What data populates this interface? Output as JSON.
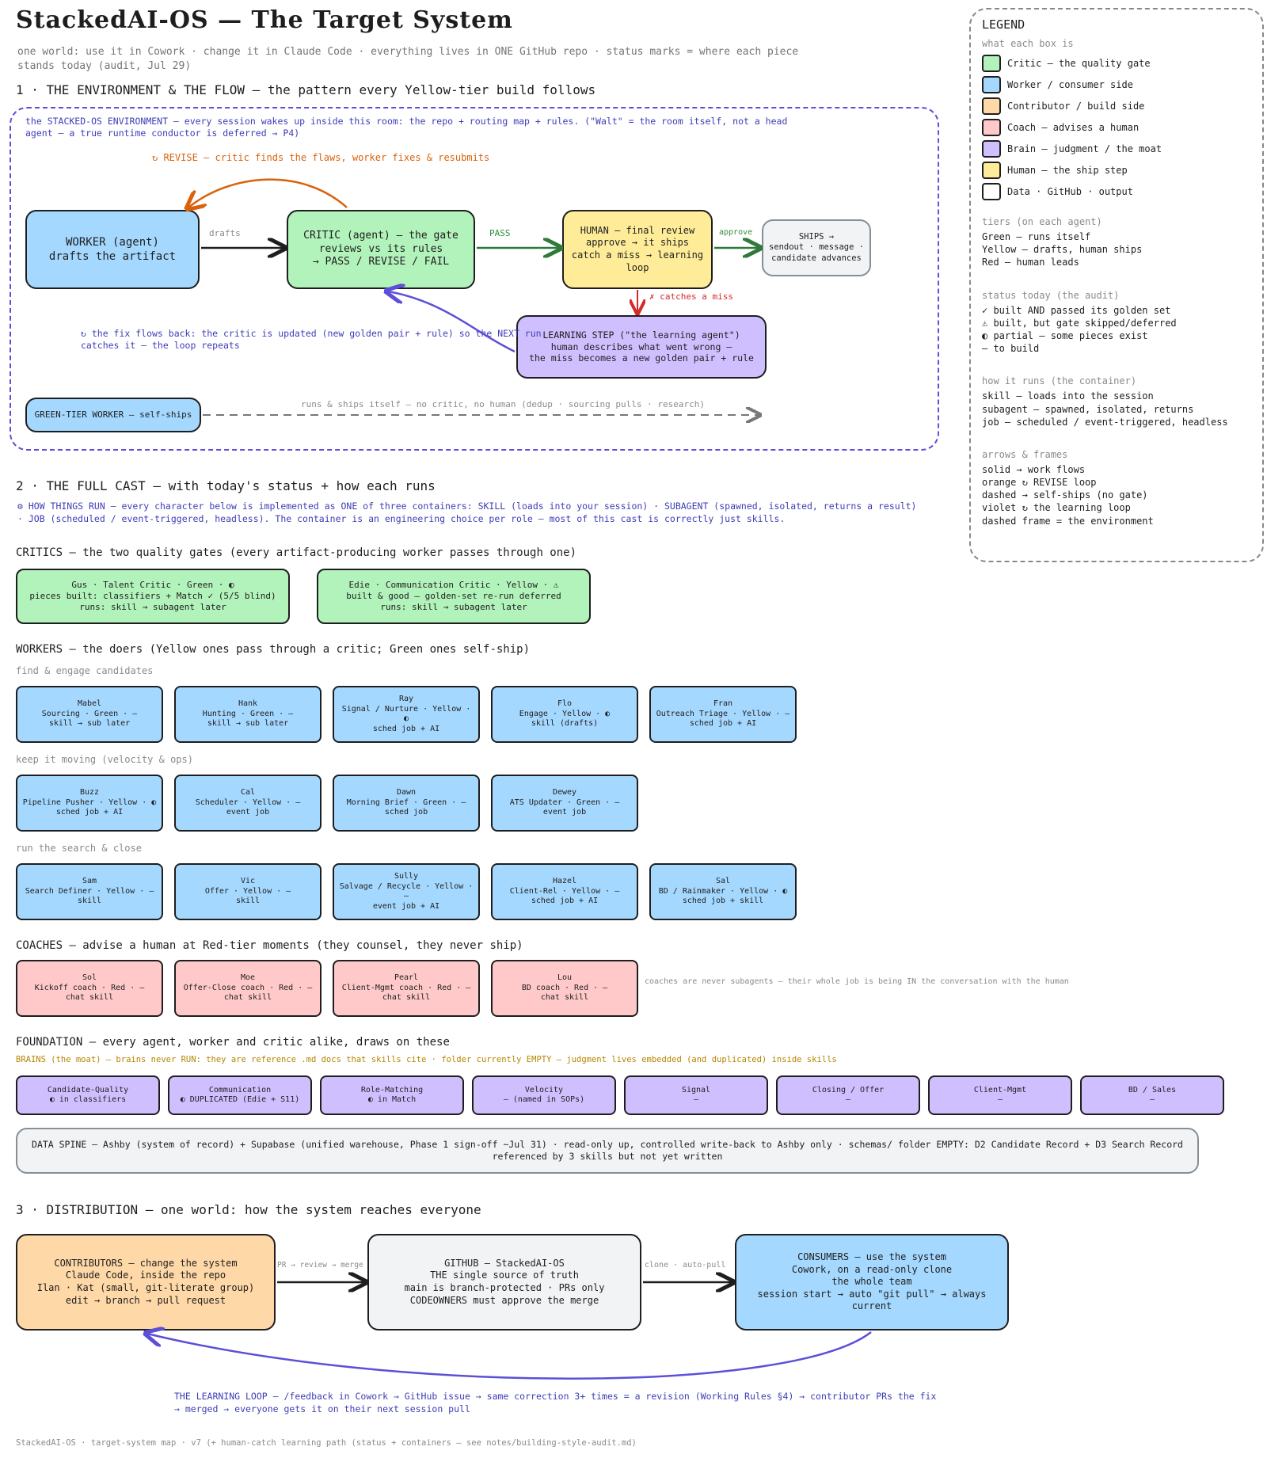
{
  "header": {
    "title": "StackedAI-OS — The Target System",
    "subtitle_line1": "one world: use it in Cowork · change it in Claude Code · everything lives in ONE GitHub repo · status marks = where each piece",
    "subtitle_line2": "stands today (audit, Jul 29)"
  },
  "section1": {
    "heading": "1 · THE ENVIRONMENT & THE FLOW — the pattern every Yellow-tier build follows",
    "env_note_line1": "the STACKED-OS ENVIRONMENT — every session wakes up inside this room: the repo + routing map + rules. (\"Walt\" = the room itself, not a head",
    "env_note_line2": "agent — a true runtime conductor is deferred → P4)",
    "revise_label": "↻ REVISE — critic finds the flaws, worker fixes & resubmits",
    "worker": {
      "line1": "WORKER (agent)",
      "line2": "drafts the artifact"
    },
    "drafts_label": "drafts",
    "critic": {
      "line1": "CRITIC (agent) — the gate",
      "line2": "reviews vs its rules",
      "line3": "→ PASS / REVISE / FAIL"
    },
    "pass_label": "PASS",
    "human": {
      "line1": "HUMAN — final review",
      "line2": "approve → it ships",
      "line3": "catch a miss → learning loop"
    },
    "approve_label": "approve",
    "ships": {
      "line1": "SHIPS →",
      "line2": "sendout · message ·",
      "line3": "candidate advances"
    },
    "catches_label": "✗ catches a miss",
    "learning": {
      "line1": "LEARNING STEP (\"the learning agent\")",
      "line2": "human describes what went wrong —",
      "line3": "the miss becomes a new golden pair + rule"
    },
    "fix_note_line1": "↻ the fix flows back: the critic is updated (new golden pair + rule) so the NEXT run",
    "fix_note_line2": "catches it — the loop repeats",
    "green_worker": "GREEN-TIER WORKER — self-ships",
    "green_note": "runs & ships itself — no critic, no human (dedup · sourcing pulls · research)"
  },
  "section2": {
    "heading": "2 · THE FULL CAST — with today's status + how each runs",
    "how_line1": "⚙ HOW THINGS RUN — every character below is implemented as ONE of three containers: SKILL (loads into your session) · SUBAGENT (spawned, isolated, returns a result)",
    "how_line2": "· JOB (scheduled / event-triggered, headless). The container is an engineering choice per role — most of this cast is correctly just skills.",
    "critics_heading": "CRITICS — the two quality gates (every artifact-producing worker passes through one)",
    "critics": [
      {
        "l1": "Gus · Talent Critic · Green · ◐",
        "l2": "pieces built: classifiers + Match ✓ (5/5 blind)",
        "l3": "runs: skill → subagent later"
      },
      {
        "l1": "Edie · Communication Critic · Yellow · ⚠",
        "l2": "built & good — golden-set re-run deferred",
        "l3": "runs: skill → subagent later"
      }
    ],
    "workers_heading": "WORKERS — the doers (Yellow ones pass through a critic; Green ones self-ship)",
    "group1_label": "find & engage candidates",
    "group1": [
      {
        "l1": "Mabel",
        "l2": "Sourcing · Green · —",
        "l3": "skill → sub later"
      },
      {
        "l1": "Hank",
        "l2": "Hunting · Green · —",
        "l3": "skill → sub later"
      },
      {
        "l1": "Ray",
        "l2": "Signal / Nurture · Yellow · ◐",
        "l3": "sched job + AI"
      },
      {
        "l1": "Flo",
        "l2": "Engage · Yellow · ◐",
        "l3": "skill (drafts)"
      },
      {
        "l1": "Fran",
        "l2": "Outreach Triage · Yellow · —",
        "l3": "sched job + AI"
      }
    ],
    "group2_label": "keep it moving (velocity & ops)",
    "group2": [
      {
        "l1": "Buzz",
        "l2": "Pipeline Pusher · Yellow · ◐",
        "l3": "sched job + AI"
      },
      {
        "l1": "Cal",
        "l2": "Scheduler · Yellow · —",
        "l3": "event job"
      },
      {
        "l1": "Dawn",
        "l2": "Morning Brief · Green · —",
        "l3": "sched job"
      },
      {
        "l1": "Dewey",
        "l2": "ATS Updater · Green · —",
        "l3": "event job"
      }
    ],
    "group3_label": "run the search & close",
    "group3": [
      {
        "l1": "Sam",
        "l2": "Search Definer · Yellow · —",
        "l3": "skill"
      },
      {
        "l1": "Vic",
        "l2": "Offer · Yellow · —",
        "l3": "skill"
      },
      {
        "l1": "Sully",
        "l2": "Salvage / Recycle · Yellow · —",
        "l3": "event job + AI"
      },
      {
        "l1": "Hazel",
        "l2": "Client-Rel · Yellow · —",
        "l3": "sched job + AI"
      },
      {
        "l1": "Sal",
        "l2": "BD / Rainmaker · Yellow · ◐",
        "l3": "sched job + skill"
      }
    ],
    "coaches_heading": "COACHES — advise a human at Red-tier moments (they counsel, they never ship)",
    "coaches": [
      {
        "l1": "Sol",
        "l2": "Kickoff coach · Red · —",
        "l3": "chat skill"
      },
      {
        "l1": "Moe",
        "l2": "Offer-Close coach · Red · —",
        "l3": "chat skill"
      },
      {
        "l1": "Pearl",
        "l2": "Client-Mgmt coach · Red · —",
        "l3": "chat skill"
      },
      {
        "l1": "Lou",
        "l2": "BD coach · Red · —",
        "l3": "chat skill"
      }
    ],
    "coaches_note": "coaches are never subagents — their whole job is being IN the conversation with the human",
    "foundation_heading": "FOUNDATION — every agent, worker and critic alike, draws on these",
    "brains_note": "BRAINS (the moat) — brains never RUN: they are reference .md docs that skills cite · folder currently EMPTY — judgment lives embedded (and duplicated) inside skills",
    "brains": [
      {
        "l1": "Candidate-Quality",
        "l2": "◐ in classifiers"
      },
      {
        "l1": "Communication",
        "l2": "◐ DUPLICATED (Edie + S11)"
      },
      {
        "l1": "Role-Matching",
        "l2": "◐ in Match"
      },
      {
        "l1": "Velocity",
        "l2": "— (named in SOPs)"
      },
      {
        "l1": "Signal",
        "l2": "—"
      },
      {
        "l1": "Closing / Offer",
        "l2": "—"
      },
      {
        "l1": "Client-Mgmt",
        "l2": "—"
      },
      {
        "l1": "BD / Sales",
        "l2": "—"
      }
    ],
    "data_spine_line1": "DATA SPINE — Ashby (system of record) + Supabase (unified warehouse, Phase 1 sign-off ~Jul 31) · read-only up, controlled write-back to Ashby only · schemas/ folder EMPTY: D2 Candidate Record + D3 Search Record",
    "data_spine_line2": "referenced by 3 skills but not yet written"
  },
  "section3": {
    "heading": "3 · DISTRIBUTION — one world: how the system reaches everyone",
    "contributors": {
      "l1": "CONTRIBUTORS — change the system",
      "l2": "Claude Code, inside the repo",
      "l3": "Ilan · Kat (small, git-literate group)",
      "l4": "edit → branch → pull request"
    },
    "pr_label": "PR → review → merge",
    "github": {
      "l1": "GITHUB — StackedAI-OS",
      "l2": "THE single source of truth",
      "l3": "main is branch-protected · PRs only",
      "l4": "CODEOWNERS must approve the merge"
    },
    "clone_label": "clone · auto-pull",
    "consumers": {
      "l1": "CONSUMERS — use the system",
      "l2": "Cowork, on a read-only clone",
      "l3": "the whole team",
      "l4": "session start → auto \"git pull\" → always current"
    },
    "loop_line1": "THE LEARNING LOOP — /feedback in Cowork → GitHub issue → same correction 3+ times = a revision (Working Rules §4) → contributor PRs the fix",
    "loop_line2": "→ merged → everyone gets it on their next session pull"
  },
  "footer": "StackedAI-OS · target-system map · v7 (+ human-catch learning path (status + containers — see notes/building-style-audit.md)",
  "legend": {
    "title": "LEGEND",
    "boxes_heading": "what each box is",
    "boxes": [
      {
        "color": "#b2f2bb",
        "label": "Critic — the quality gate"
      },
      {
        "color": "#a5d8ff",
        "label": "Worker / consumer side"
      },
      {
        "color": "#ffd8a8",
        "label": "Contributor / build side"
      },
      {
        "color": "#ffc9c9",
        "label": "Coach — advises a human"
      },
      {
        "color": "#d0bfff",
        "label": "Brain — judgment / the moat"
      },
      {
        "color": "#ffec99",
        "label": "Human — the ship step"
      },
      {
        "color": "#ffffff",
        "label": "Data · GitHub · output"
      }
    ],
    "tiers_heading": "tiers (on each agent)",
    "tiers": [
      "Green — runs itself",
      "Yellow — drafts, human ships",
      "Red — human leads"
    ],
    "status_heading": "status today (the audit)",
    "status": [
      "✓ built AND passed its golden set",
      "⚠ built, but gate skipped/deferred",
      "◐ partial — some pieces exist",
      "— to build"
    ],
    "runs_heading": "how it runs (the container)",
    "runs": [
      "skill — loads into the session",
      "subagent — spawned, isolated, returns",
      "job — scheduled / event-triggered, headless"
    ],
    "arrows_heading": "arrows & frames",
    "arrows": [
      "solid → work flows",
      "orange ↻ REVISE loop",
      "dashed → self-ships (no gate)",
      "violet ↻ the learning loop",
      "dashed frame = the environment"
    ]
  }
}
